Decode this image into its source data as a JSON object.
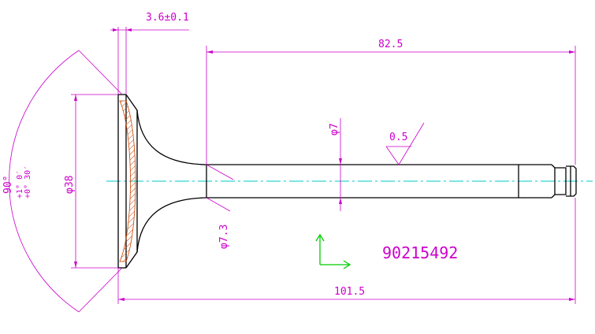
{
  "drawing": {
    "part_number": "90215492",
    "dimensions": {
      "head_thickness": "3.6±0.1",
      "stem_length": "82.5",
      "overall_length": "101.5",
      "stem_diameter": "φ7",
      "neck_diameter": "φ7.3",
      "head_diameter": "φ38",
      "surface_roughness": "0.5",
      "seat_angle": "90°",
      "angle_tol_upper": "+1° 0′",
      "angle_tol_lower": "+0° 30′"
    }
  },
  "colors": {
    "outline": "#000000",
    "dimension": "#cc00cc",
    "centerline": "#00c8c8",
    "axis_marker": "#00cc00",
    "hatch": "#cc4400"
  }
}
